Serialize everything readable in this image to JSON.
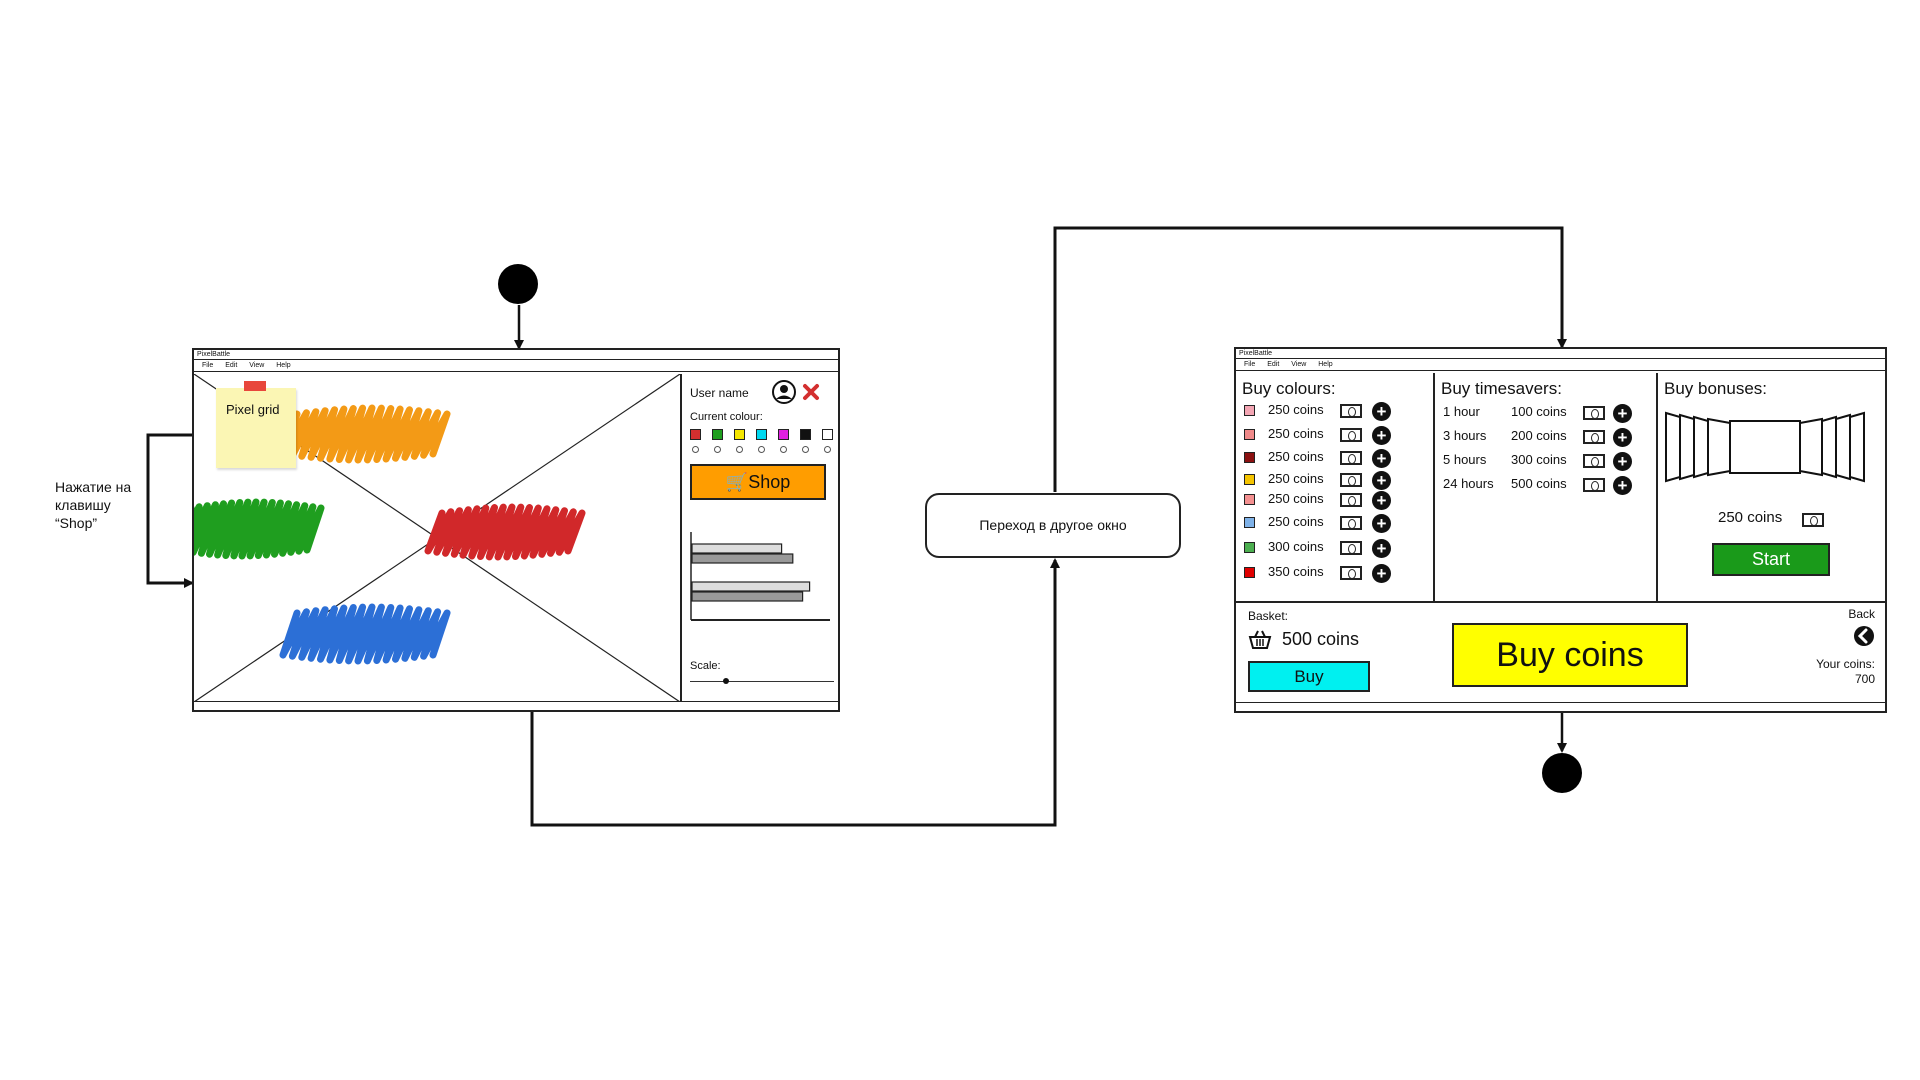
{
  "flow": {
    "annotation_lines": [
      "Нажатие на",
      "клавишу",
      "“Shop”"
    ],
    "transition_label": "Переход в другое окно"
  },
  "win1": {
    "title": "PixelBattle",
    "menu": [
      "File",
      "Edit",
      "View",
      "Help"
    ],
    "sticky_note": "Pixel grid",
    "user_name": "User name",
    "current_colour_label": "Current colour:",
    "palette": [
      "#d32f2f",
      "#1e9e1e",
      "#f5e600",
      "#00d8f0",
      "#e020e0",
      "#111111",
      "#ffffff"
    ],
    "shop_label": "Shop",
    "scale_label": "Scale:",
    "scale_value": 0.25,
    "bars": [
      0.64,
      0.72,
      0.84,
      0.79
    ],
    "scribbles": {
      "orange": "#f39a16",
      "green": "#1f9e1f",
      "red": "#d1282a",
      "blue": "#2c6fd6"
    },
    "close_color": "#d32f2f",
    "shop_color": "#ff9d00"
  },
  "win2": {
    "title": "PixelBattle",
    "menu": [
      "File",
      "Edit",
      "View",
      "Help"
    ],
    "colours": {
      "heading": "Buy colours:",
      "items": [
        {
          "color": "#f4a6b4",
          "price": "250 coins"
        },
        {
          "color": "#f08a8a",
          "price": "250 coins"
        },
        {
          "color": "#8b1111",
          "price": "250 coins"
        },
        {
          "color": "#f5c400",
          "price": "250 coins"
        },
        {
          "color": "#f49090",
          "price": "250 coins"
        },
        {
          "color": "#7fb2e8",
          "price": "250 coins"
        },
        {
          "color": "#4caf50",
          "price": "300 coins"
        },
        {
          "color": "#e00000",
          "price": "350 coins"
        }
      ]
    },
    "timesavers": {
      "heading": "Buy timesavers:",
      "items": [
        {
          "duration": "1 hour",
          "price": "100 coins"
        },
        {
          "duration": "3 hours",
          "price": "200 coins"
        },
        {
          "duration": "5 hours",
          "price": "300 coins"
        },
        {
          "duration": "24 hours",
          "price": "500 coins"
        }
      ]
    },
    "bonuses": {
      "heading": "Buy bonuses:",
      "price": "250 coins",
      "start_label": "Start",
      "start_color": "#1a9a1a"
    },
    "basket": {
      "label": "Basket:",
      "total": "500 coins",
      "buy_label": "Buy",
      "buy_color": "#00f0f0"
    },
    "buy_coins_label": "Buy coins",
    "buy_coins_color": "#ffff00",
    "back_label": "Back",
    "your_coins_label": "Your coins:",
    "your_coins_value": "700"
  }
}
